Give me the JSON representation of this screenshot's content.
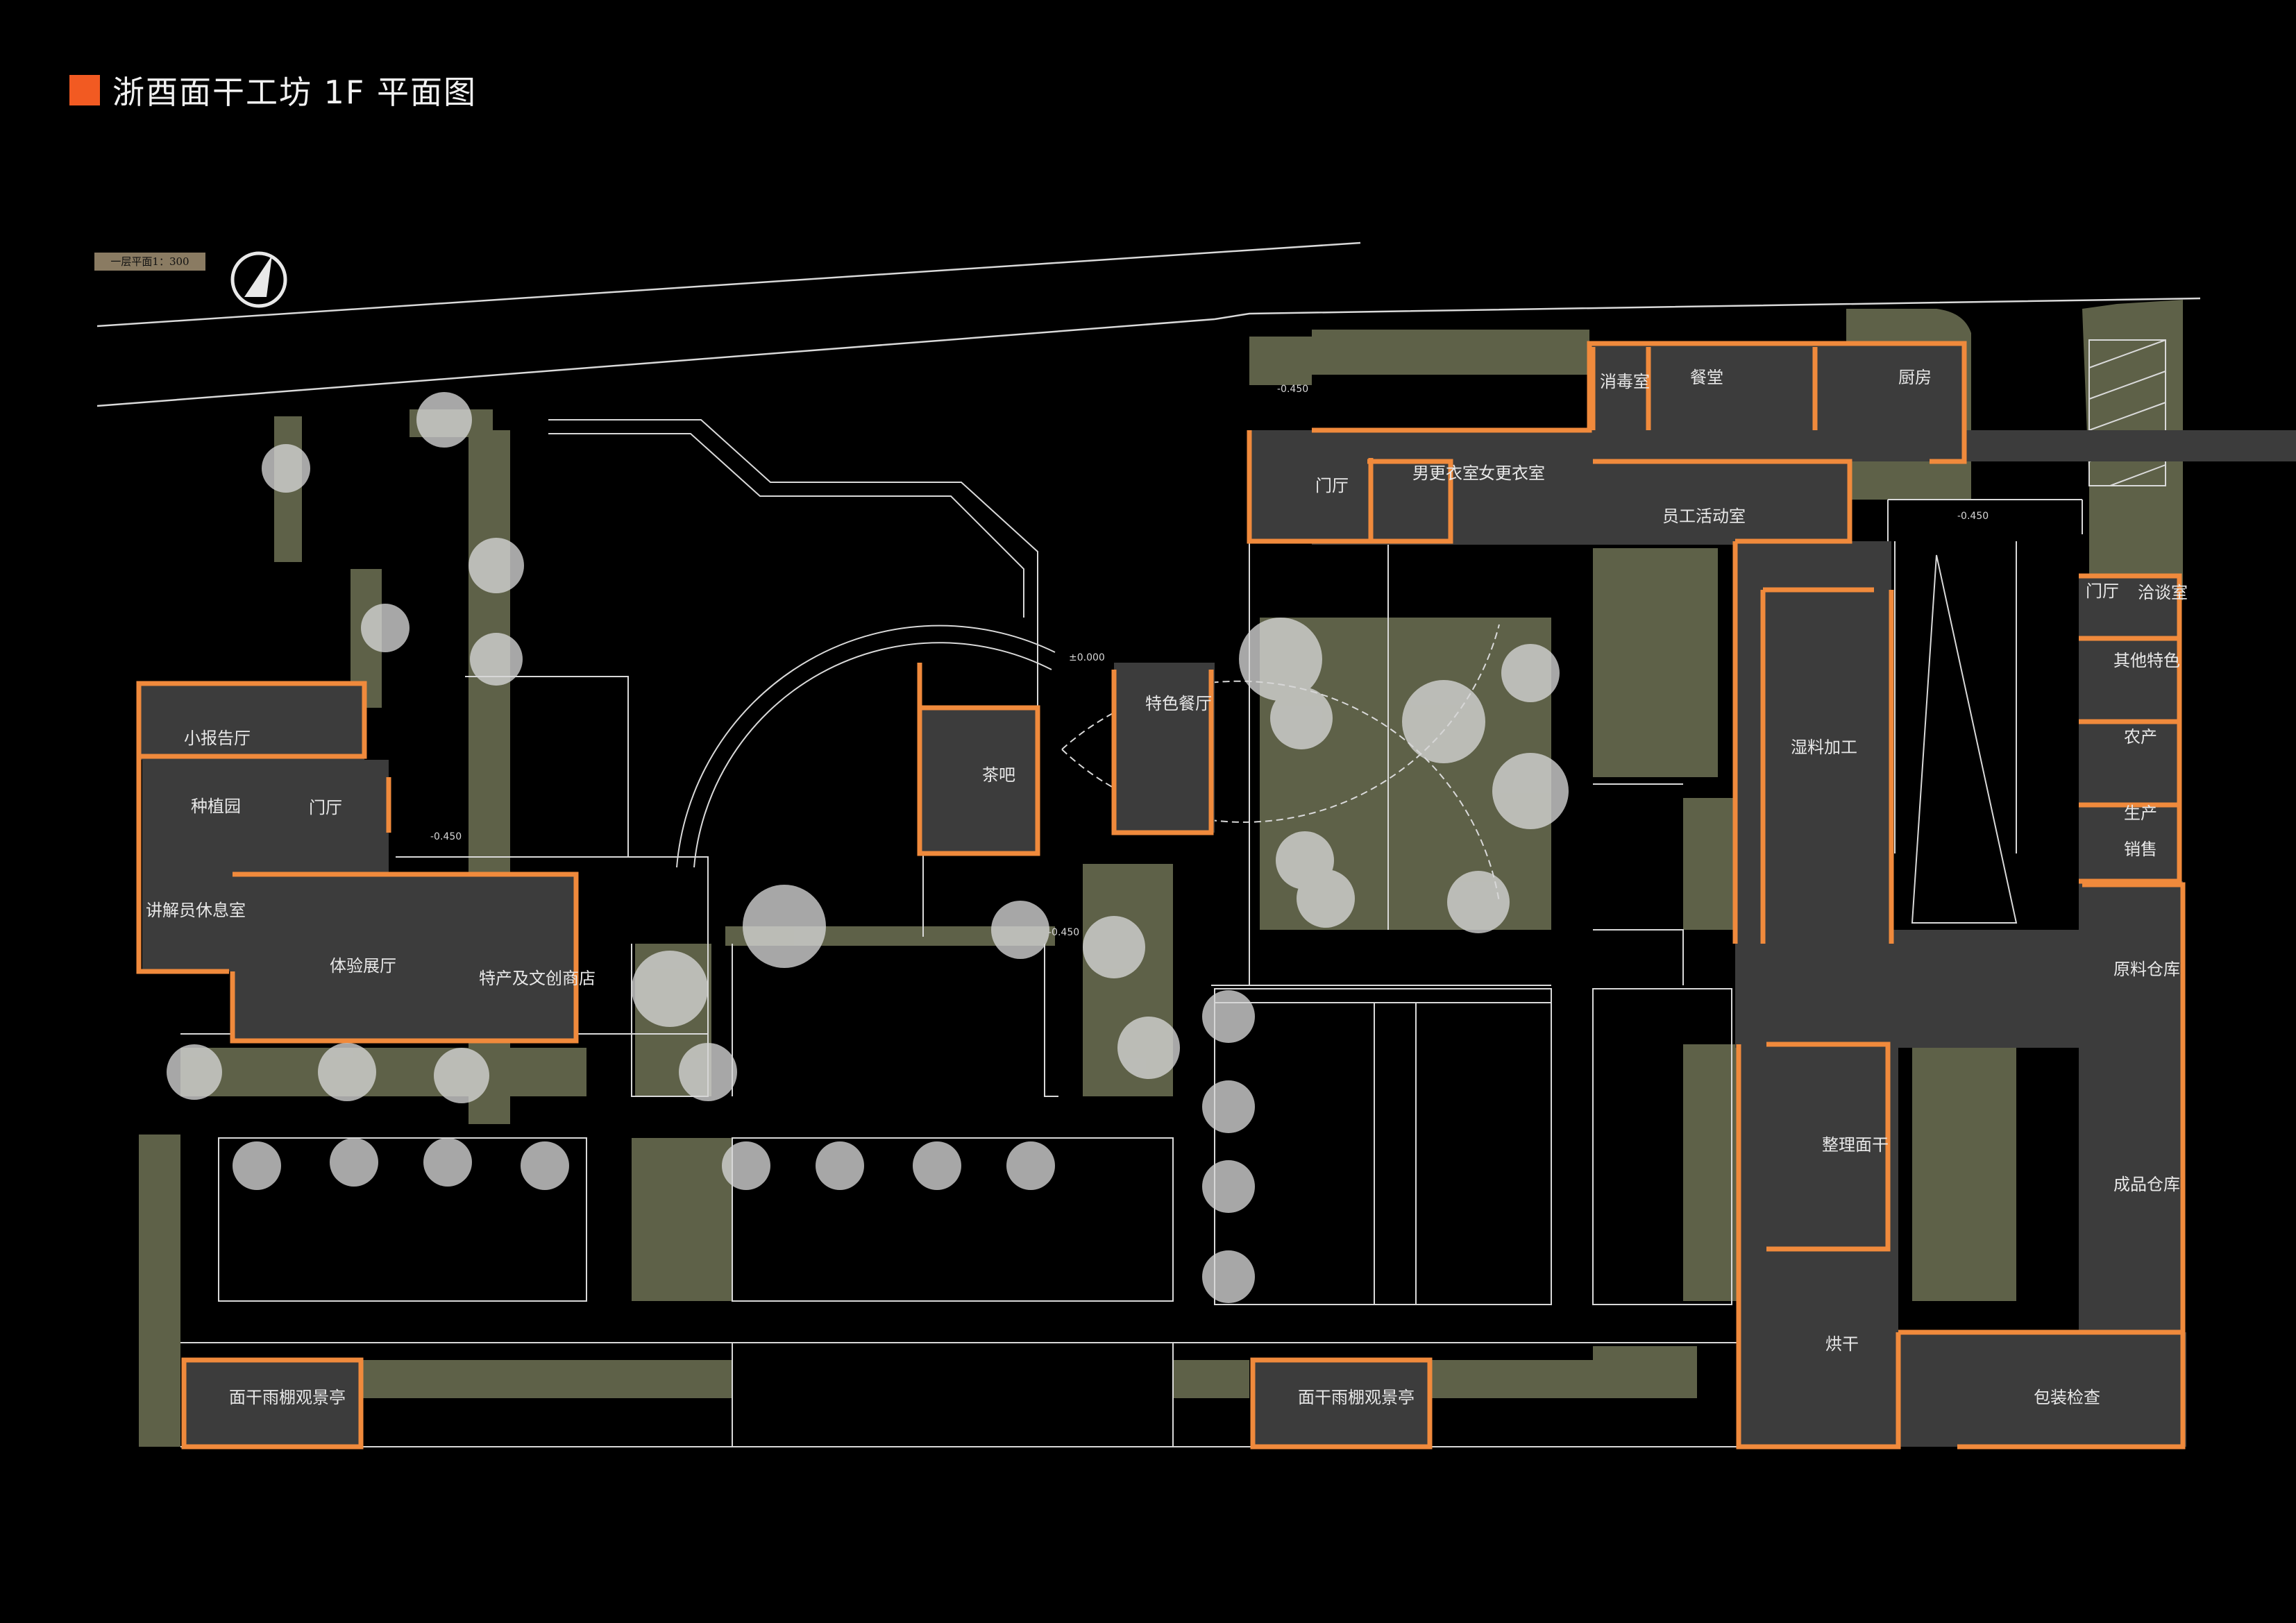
{
  "header": {
    "title": "浙酉面干工坊 1F 平面图",
    "accent_color": "#f25a22"
  },
  "plan": {
    "scale_tag": "一层平面1：300",
    "north_icon": "north-arrow-icon",
    "colors": {
      "wall": "#f08a3c",
      "floor": "#3c3c3c",
      "lawn": "#5e6148",
      "line": "#d9d9d9",
      "tree": "#d6d6d6"
    },
    "rooms": [
      "小报告厅",
      "种植园",
      "门厅",
      "讲解员休息室",
      "体验展厅",
      "特产及文创商店",
      "茶吧",
      "特色餐厅",
      "消毒室",
      "餐堂",
      "厨房",
      "门厅",
      "男更衣室",
      "女更衣室",
      "员工活动室",
      "湿料加工",
      "门厅",
      "洽谈室",
      "其他特色",
      "农产",
      "生产",
      "销售",
      "原料仓库",
      "成品仓库",
      "整理面干",
      "烘干",
      "包装检查",
      "面干雨棚观景亭",
      "面干雨棚观景亭"
    ],
    "levels": [
      "-0.450",
      "-0.450",
      "±0.000",
      "-0.450",
      "-0.450"
    ]
  }
}
